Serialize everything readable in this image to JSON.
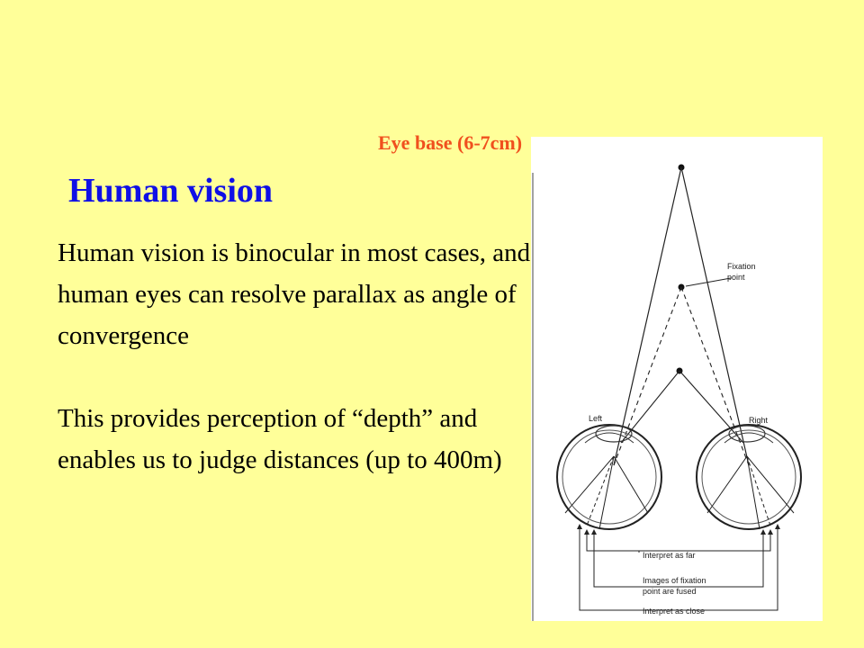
{
  "slide": {
    "title": "Human vision",
    "eye_base_label": "Eye base (6-7cm)",
    "paragraph_1": "Human vision is binocular in most cases, and human eyes can resolve parallax as angle of convergence",
    "paragraph_2": "This provides perception of “depth” and enables us to judge distances (up to 400m)"
  },
  "figure": {
    "label_fixation_1": "Fixation",
    "label_fixation_2": "point",
    "label_left": "Left",
    "label_right": "Right",
    "label_far": "Interpret as far",
    "label_fused_1": "Images of fixation",
    "label_fused_2": "point are fused",
    "label_close": "Interpret as close"
  },
  "colors": {
    "background": "#ffff99",
    "title": "#1010e6",
    "eye_base": "#f0501e",
    "arrow": "#e02020"
  }
}
